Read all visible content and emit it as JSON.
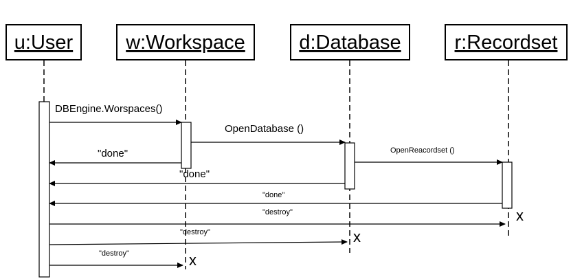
{
  "diagram": {
    "type": "sequence",
    "lifelines": {
      "user": "u:User",
      "workspace": "w:Workspace",
      "database": "d:Database",
      "recordset": "r:Recordset"
    },
    "messages": {
      "m1": "DBEngine.Worspaces()",
      "m2": "\"done\"",
      "m3": "OpenDatabase ()",
      "m4": "\"done\"",
      "m5": "OpenReacordset ()",
      "m6": "\"done\"",
      "m7": "\"destroy\"",
      "m8": "\"destroy\"",
      "m9": "\"destroy\""
    },
    "destroy_marks": {
      "recordset": "x",
      "database": "x",
      "workspace": "x"
    }
  }
}
